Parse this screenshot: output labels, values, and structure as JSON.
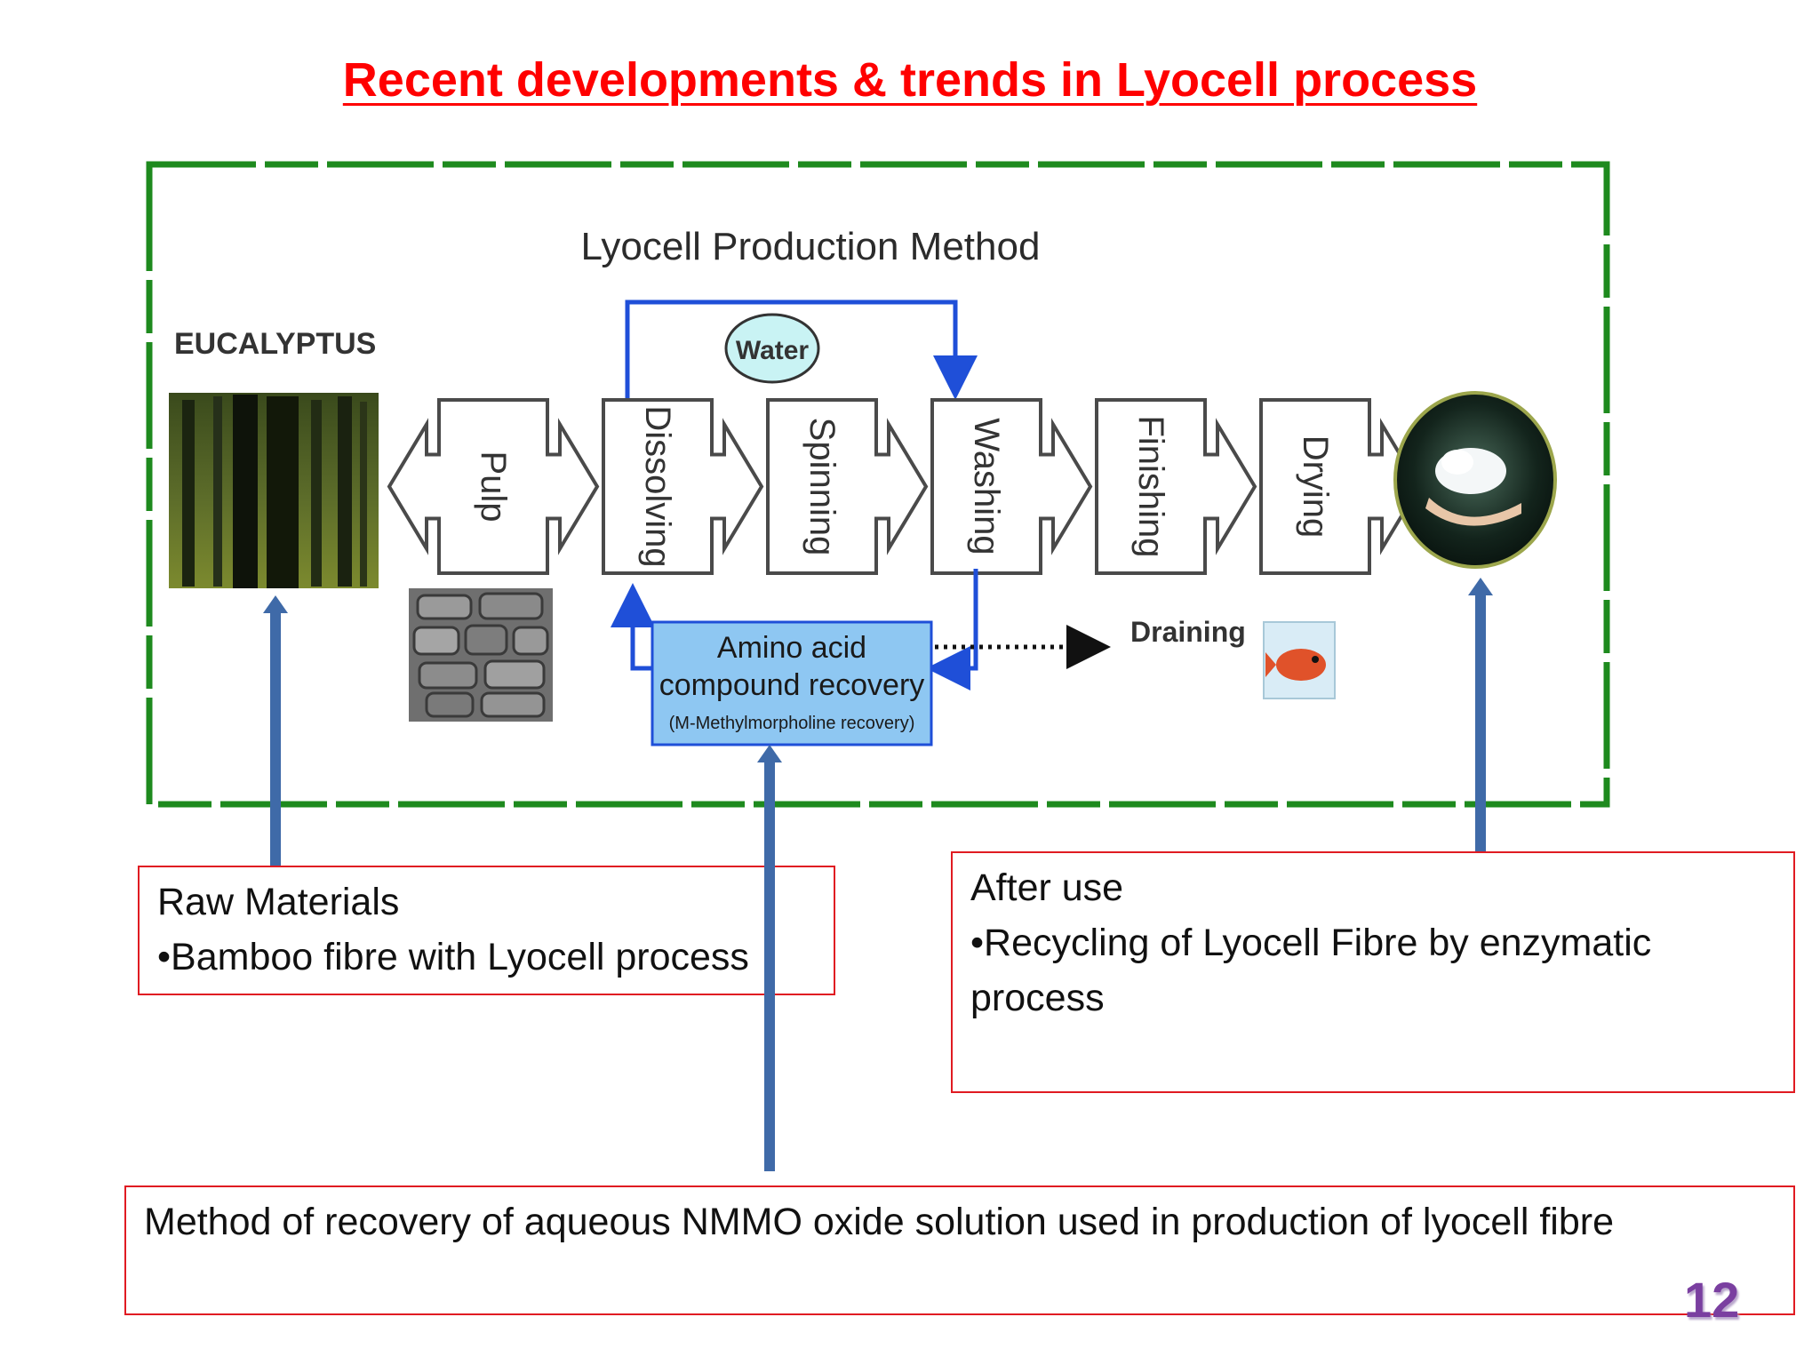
{
  "slide": {
    "title": "Recent developments & trends in Lyocell process",
    "page_number": "12"
  },
  "diagram": {
    "title": "Lyocell Production Method",
    "source_label": "EUCALYPTUS",
    "water_label": "Water",
    "steps": [
      "Pulp",
      "Dissolving",
      "Spinning",
      "Washing",
      "Finishing",
      "Drying"
    ],
    "recovery": {
      "line1": "Amino acid",
      "line2": "compound recovery",
      "line3": "(M-Methylmorpholine recovery)"
    },
    "draining_label": "Draining",
    "colors": {
      "frame": "#1e8a1e",
      "flow_arrow": "#1f4fd8",
      "recovery_fill": "#8ec7f2",
      "water_fill": "#c9f3f4",
      "pointer_arrow": "#3f6aa8",
      "title": "#ff0000",
      "box_border": "#e01b22"
    }
  },
  "notes": {
    "raw_materials": {
      "heading": "Raw Materials",
      "bullet": "•Bamboo fibre with Lyocell process"
    },
    "after_use": {
      "heading": "After use",
      "bullet": "•Recycling of Lyocell Fibre by enzymatic process"
    },
    "recovery_method": {
      "text": "Method of recovery of  aqueous NMMO oxide solution used in production of lyocell fibre"
    }
  }
}
